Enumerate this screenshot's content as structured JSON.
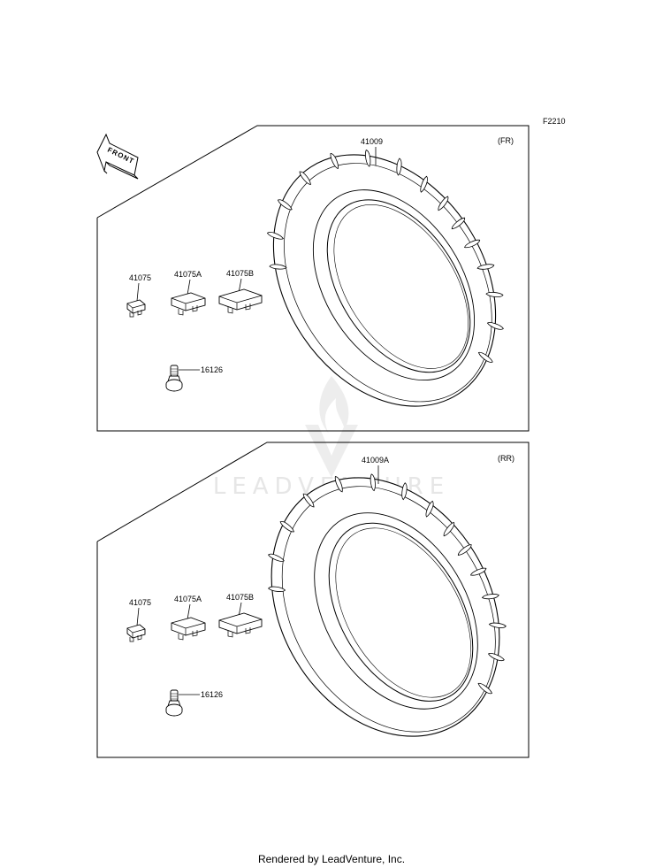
{
  "diagram_code": "F2210",
  "front_arrow_label": "FRONT",
  "watermark": "LEADVENTURE",
  "footer_text": "Rendered by LeadVenture, Inc.",
  "front_panel": {
    "position": "(FR)",
    "tire_part": "41009",
    "parts": [
      "41075",
      "41075A",
      "41075B"
    ],
    "valve_part": "16126"
  },
  "rear_panel": {
    "position": "(RR)",
    "tire_part": "41009A",
    "parts": [
      "41075",
      "41075A",
      "41075B"
    ],
    "valve_part": "16126"
  }
}
